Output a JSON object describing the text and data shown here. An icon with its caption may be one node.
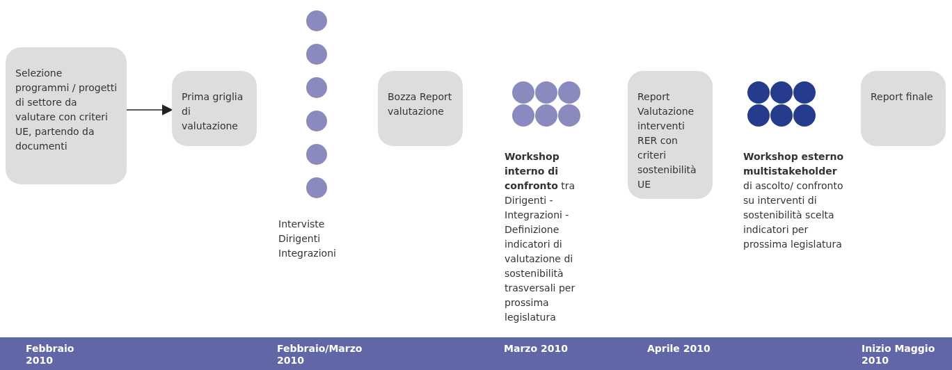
{
  "diagram": {
    "nodes": [
      {
        "text": [
          "Selezione programmi / progetti di settore da valutare con criteri UE, partendo da documenti"
        ]
      },
      {
        "text": [
          "Prima griglia di valutazione"
        ]
      },
      {
        "text": [
          "Bozza Report valutazione"
        ]
      },
      {
        "text": [
          "Report Valutazione interventi RER con criteri sostenibilità UE"
        ]
      },
      {
        "text": [
          "Report finale"
        ]
      }
    ],
    "edges": [
      {
        "from": 0,
        "to": 1,
        "arrow": "to"
      }
    ],
    "labels": [
      "Interviste Dirigenti Integrazioni",
      "**Workshop interno di confronto** tra Dirigenti - Integrazioni - Definizione indicatori di valutazione di sostenibilità trasversali per prossima legislatura",
      "**Workshop esterno multistakeholder** di ascolto/ confronto su interventi di sostenibilità scelta indicatori per prossima legislatura",
      "Febbraio 2010",
      "Febbraio/Marzo 2010",
      "Marzo 2010",
      "Aprile 2010",
      "Inizio Maggio 2010"
    ]
  }
}
